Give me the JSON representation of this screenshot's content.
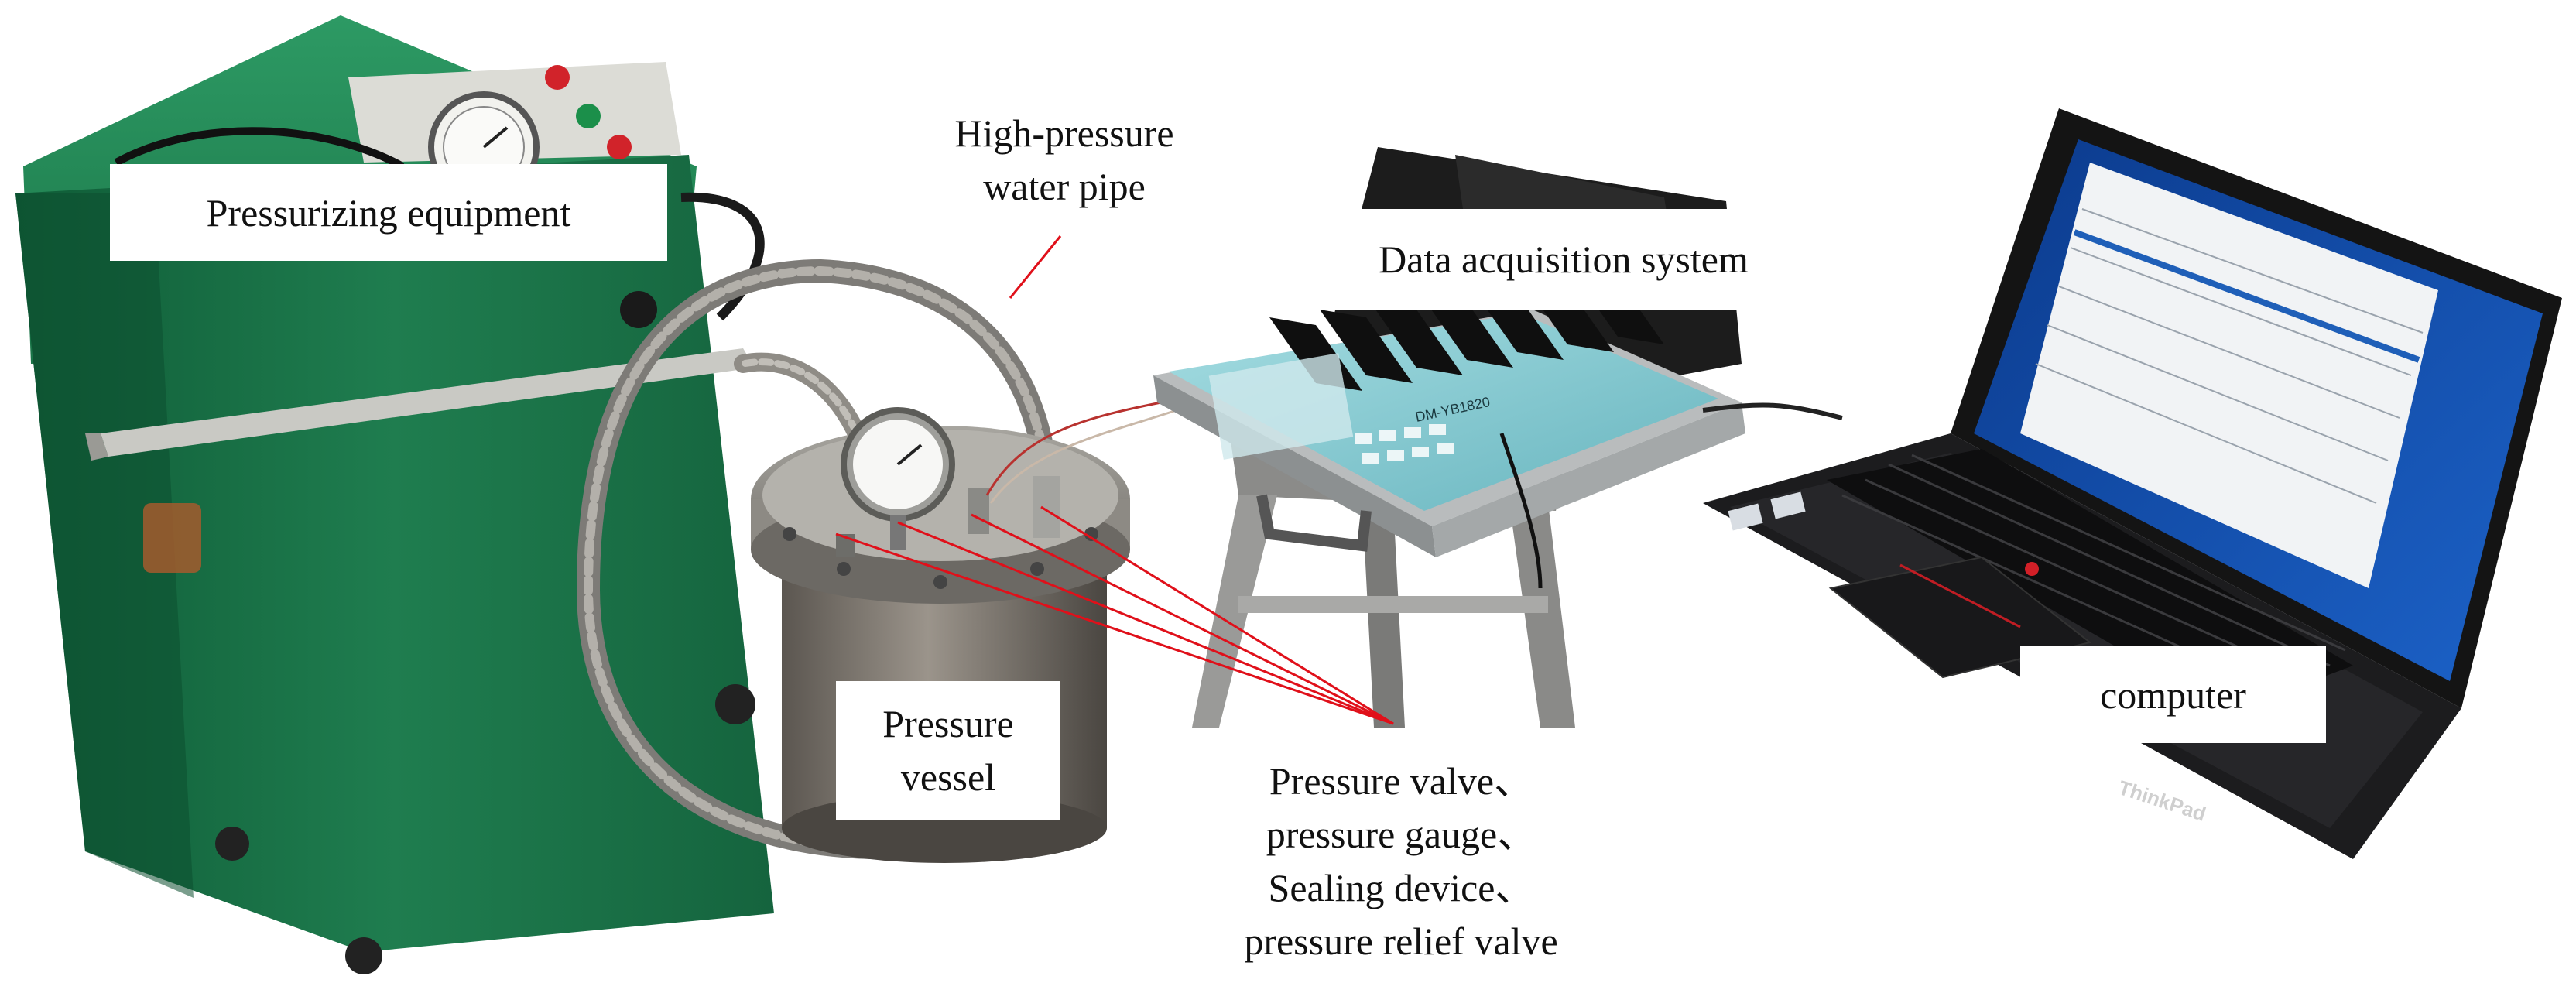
{
  "labels": {
    "pressurizing_equipment": "Pressurizing equipment",
    "high_pressure_pipe": [
      "High-pressure",
      "water pipe"
    ],
    "data_acquisition": "Data acquisition system",
    "pressure_vessel": [
      "Pressure",
      "vessel"
    ],
    "computer": "computer",
    "components": [
      "Pressure valve、",
      "pressure gauge、",
      "Sealing device、",
      "pressure relief valve"
    ]
  },
  "photo_text": {
    "daq_brand": "DM-YB1820",
    "laptop_brand": "ThinkPad"
  },
  "colors": {
    "equipment_green": "#1f7a4c",
    "annotation_red": "#e0101a",
    "laptop_body": "#1b1b1d",
    "daq_blue": "#7fc7cf"
  }
}
